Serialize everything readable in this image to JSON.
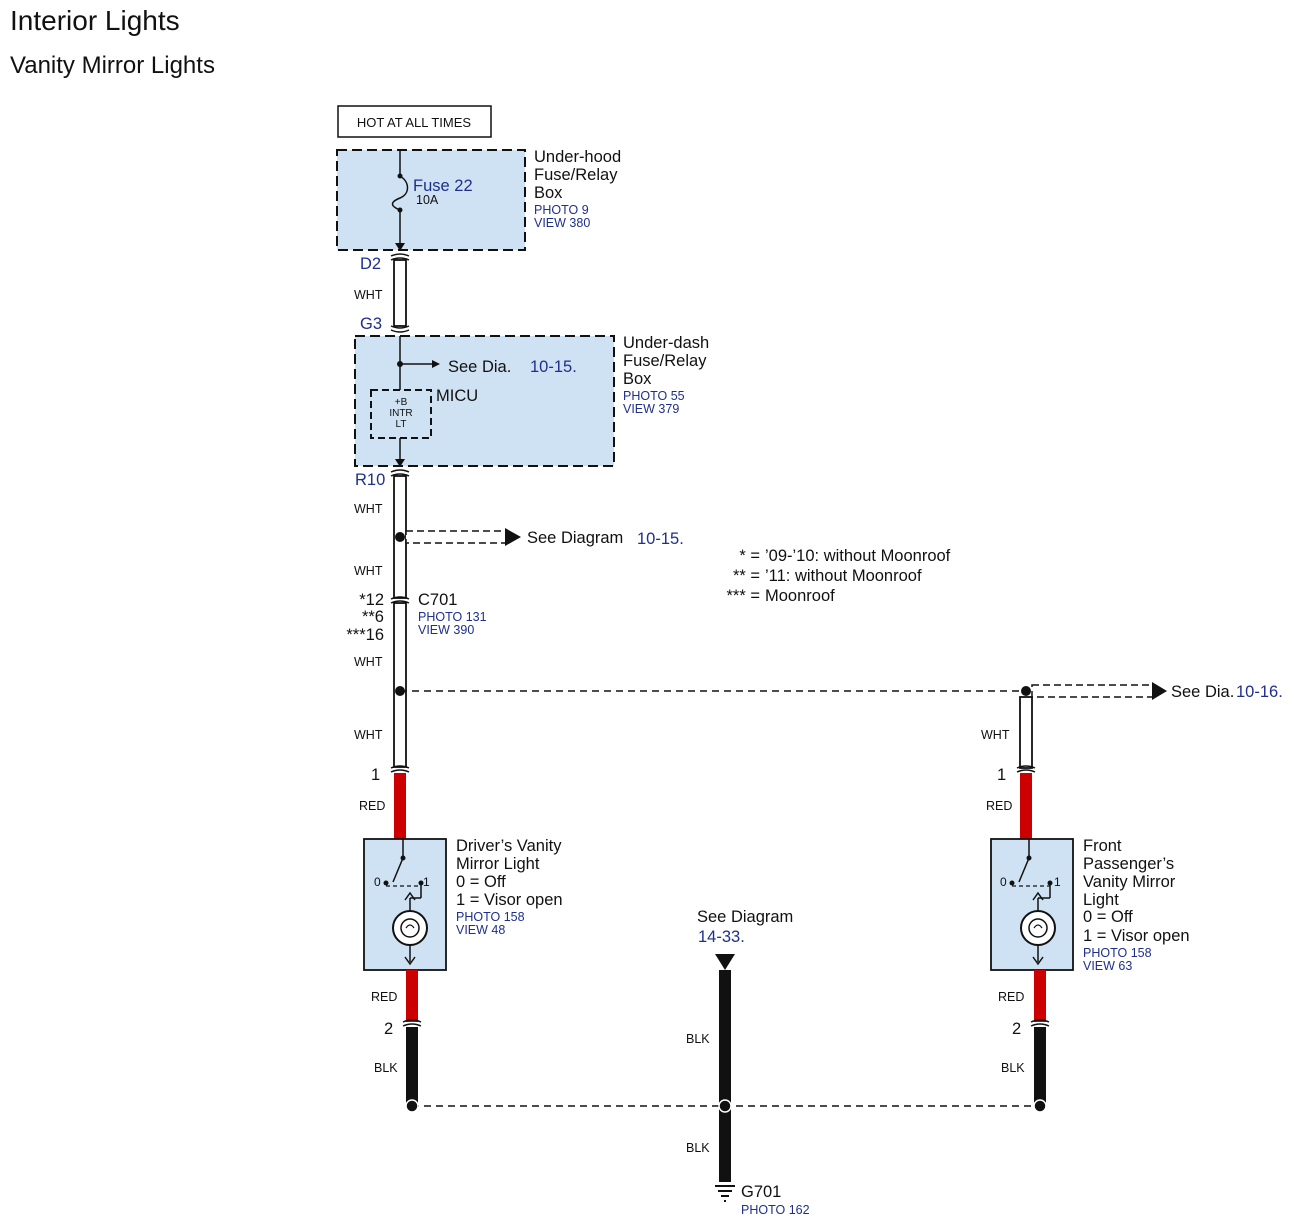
{
  "header": {
    "title": "Interior Lights",
    "subtitle": "Vanity Mirror Lights"
  },
  "colors": {
    "box_fill": "#cfe2f3",
    "ref_blue": "#1f2f8c",
    "wire_red": "#cc0000",
    "wire_black": "#111111"
  },
  "power": {
    "label": "HOT AT ALL TIMES"
  },
  "underhood_box": {
    "name_line1": "Under-hood",
    "name_line2": "Fuse/Relay",
    "name_line3": "Box",
    "photo": "PHOTO 9",
    "view": "VIEW 380",
    "fuse_label": "Fuse 22",
    "fuse_rating": "10A"
  },
  "connectors": {
    "d2": "D2",
    "g3": "G3",
    "r10": "R10",
    "c701": {
      "name": "C701",
      "pin_a": "*12",
      "pin_b": "**6",
      "pin_c": "***16",
      "photo": "PHOTO 131",
      "view": "VIEW 390"
    }
  },
  "wires": {
    "wht": "WHT",
    "red": "RED",
    "blk": "BLK"
  },
  "underdash_box": {
    "name_line1": "Under-dash",
    "name_line2": "Fuse/Relay",
    "name_line3": "Box",
    "photo": "PHOTO 55",
    "view": "VIEW 379",
    "see_text": "See  Dia.",
    "see_ref": "10-15.",
    "micu": "MICU",
    "micu_b": "+B",
    "micu_intr": "INTR",
    "micu_lt": "LT"
  },
  "splice_ref_1": {
    "text": "See Diagram",
    "ref": "10-15."
  },
  "splice_ref_2": {
    "text": "See Dia.",
    "ref": "10-16."
  },
  "notes": {
    "n1_key": "* =",
    "n1_text": "’09-’10: without Moonroof",
    "n2_key": "** =",
    "n2_text": "’11: without Moonroof",
    "n3_key": "*** =",
    "n3_text": "Moonroof"
  },
  "driver_light": {
    "line1": "Driver’s Vanity",
    "line2": "Mirror Light",
    "state0": "0 = Off",
    "state1": "1 = Visor open",
    "photo": "PHOTO 158",
    "view": "VIEW 48",
    "pin_top": "1",
    "pin_bottom": "2",
    "sw0": "0",
    "sw1": "1"
  },
  "passenger_light": {
    "line1": "Front",
    "line2": "Passenger’s",
    "line3": "Vanity Mirror",
    "line4": "Light",
    "state0": "0 = Off",
    "state1": "1 = Visor open",
    "photo": "PHOTO 158",
    "view": "VIEW 63",
    "pin_top": "1",
    "pin_bottom": "2",
    "sw0": "0",
    "sw1": "1"
  },
  "ground_ref": {
    "text": "See Diagram",
    "ref": "14-33."
  },
  "ground": {
    "name": "G701",
    "photo": "PHOTO 162"
  }
}
